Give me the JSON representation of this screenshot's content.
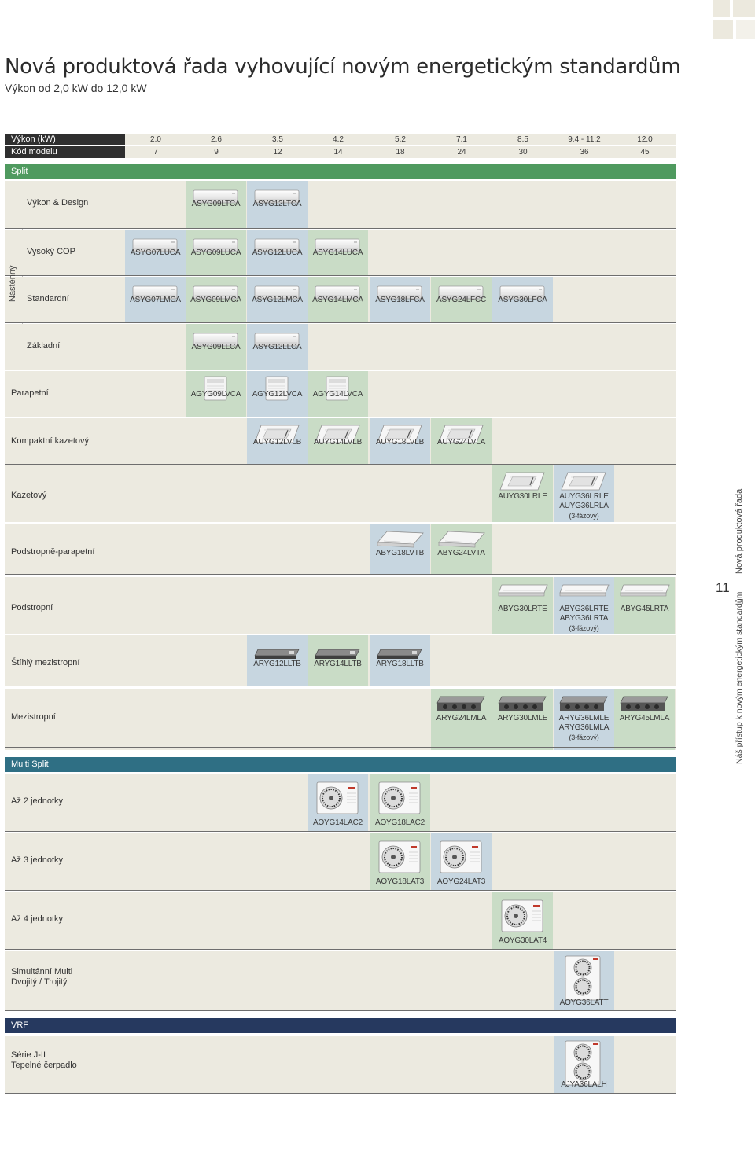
{
  "page": {
    "title": "Nová produktová řada vyhovující novým energetickým standardům",
    "subtitle": "Výkon od 2,0 kW do 12,0 kW",
    "page_number": "11",
    "side_text_top": "Nová produktová řada",
    "side_text_bottom": "Náš přístup k novým energetickým standardům"
  },
  "colors": {
    "header_dark": "#2f2f2f",
    "split_green": "#4f9a5f",
    "multi_teal": "#2f6f84",
    "vrf_navy": "#26395f",
    "row_bg": "#eceae0",
    "green_cell": "#c9dcc6",
    "blue_cell": "#c7d6e0"
  },
  "header": {
    "capacity_label": "Výkon (kW)",
    "model_label": "Kód modelu",
    "capacities": [
      "2.0",
      "2.6",
      "3.5",
      "4.2",
      "5.2",
      "7.1",
      "8.5",
      "9.4 - 11.2",
      "12.0"
    ],
    "codes": [
      "7",
      "9",
      "12",
      "14",
      "18",
      "24",
      "30",
      "36",
      "45"
    ]
  },
  "sections": {
    "split": "Split",
    "multi": "Multi Split",
    "vrf": "VRF",
    "wall_group": "Nástěnný"
  },
  "rows": [
    {
      "label": "Výkon & Design",
      "models": [
        {
          "col": 1,
          "name": "ASYG09LTCA",
          "icon": "wall-unit-icon"
        },
        {
          "col": 2,
          "name": "ASYG12LTCA",
          "icon": "wall-unit-icon"
        }
      ]
    },
    {
      "label": "Vysoký COP",
      "models": [
        {
          "col": 0,
          "name": "ASYG07LUCA",
          "icon": "wall-unit-icon"
        },
        {
          "col": 1,
          "name": "ASYG09LUCA",
          "icon": "wall-unit-icon"
        },
        {
          "col": 2,
          "name": "ASYG12LUCA",
          "icon": "wall-unit-icon"
        },
        {
          "col": 3,
          "name": "ASYG14LUCA",
          "icon": "wall-unit-icon"
        }
      ]
    },
    {
      "label": "Standardní",
      "models": [
        {
          "col": 0,
          "name": "ASYG07LMCA",
          "icon": "wall-unit-icon"
        },
        {
          "col": 1,
          "name": "ASYG09LMCA",
          "icon": "wall-unit-icon"
        },
        {
          "col": 2,
          "name": "ASYG12LMCA",
          "icon": "wall-unit-icon"
        },
        {
          "col": 3,
          "name": "ASYG14LMCA",
          "icon": "wall-unit-icon"
        },
        {
          "col": 4,
          "name": "ASYG18LFCA",
          "icon": "wall-unit-icon"
        },
        {
          "col": 5,
          "name": "ASYG24LFCC",
          "icon": "wall-unit-icon"
        },
        {
          "col": 6,
          "name": "ASYG30LFCA",
          "icon": "wall-unit-icon"
        }
      ]
    },
    {
      "label": "Základní",
      "models": [
        {
          "col": 1,
          "name": "ASYG09LLCA",
          "icon": "wall-unit-icon"
        },
        {
          "col": 2,
          "name": "ASYG12LLCA",
          "icon": "wall-unit-icon"
        }
      ]
    },
    {
      "label": "Parapetní",
      "models": [
        {
          "col": 1,
          "name": "AGYG09LVCA",
          "icon": "floor-unit-icon"
        },
        {
          "col": 2,
          "name": "AGYG12LVCA",
          "icon": "floor-unit-icon"
        },
        {
          "col": 3,
          "name": "AGYG14LVCA",
          "icon": "floor-unit-icon"
        }
      ]
    },
    {
      "label": "Kompaktní kazetový",
      "models": [
        {
          "col": 2,
          "name": "AUYG12LVLB",
          "icon": "cassette-icon"
        },
        {
          "col": 3,
          "name": "AUYG14LVLB",
          "icon": "cassette-icon"
        },
        {
          "col": 4,
          "name": "AUYG18LVLB",
          "icon": "cassette-icon"
        },
        {
          "col": 5,
          "name": "AUYG24LVLA",
          "icon": "cassette-icon"
        }
      ]
    },
    {
      "label": "Kazetový",
      "models": [
        {
          "col": 6,
          "name": "AUYG30LRLE",
          "icon": "cassette-icon"
        },
        {
          "col": 7,
          "name": "AUYG36LRLE",
          "name2": "AUYG36LRLA",
          "note": "(3-fázový)",
          "icon": "cassette-icon"
        }
      ]
    },
    {
      "label": "Podstropně-parapetní",
      "models": [
        {
          "col": 4,
          "name": "ABYG18LVTB",
          "icon": "ceiling-floor-icon"
        },
        {
          "col": 5,
          "name": "ABYG24LVTA",
          "icon": "ceiling-floor-icon"
        }
      ]
    },
    {
      "label": "Podstropní",
      "models": [
        {
          "col": 6,
          "name": "ABYG30LRTE",
          "icon": "ceiling-unit-icon"
        },
        {
          "col": 7,
          "name": "ABYG36LRTE",
          "name2": "ABYG36LRTA",
          "note": "(3-fázový)",
          "icon": "ceiling-unit-icon"
        },
        {
          "col": 8,
          "name": "ABYG45LRTA",
          "icon": "ceiling-unit-icon"
        }
      ]
    },
    {
      "label": "Štíhlý mezistropní",
      "models": [
        {
          "col": 2,
          "name": "ARYG12LLTB",
          "icon": "duct-slim-icon"
        },
        {
          "col": 3,
          "name": "ARYG14LLTB",
          "icon": "duct-slim-icon"
        },
        {
          "col": 4,
          "name": "ARYG18LLTB",
          "icon": "duct-slim-icon"
        }
      ]
    },
    {
      "label": "Mezistropní",
      "models": [
        {
          "col": 5,
          "name": "ARYG24LMLA",
          "icon": "duct-icon"
        },
        {
          "col": 6,
          "name": "ARYG30LMLE",
          "icon": "duct-icon"
        },
        {
          "col": 7,
          "name": "ARYG36LMLE",
          "name2": "ARYG36LMLA",
          "note": "(3-fázový)",
          "icon": "duct-icon"
        },
        {
          "col": 8,
          "name": "ARYG45LMLA",
          "icon": "duct-icon"
        }
      ]
    },
    {
      "label": "Až 2 jednotky",
      "models": [
        {
          "col": 3,
          "name": "AOYG14LAC2",
          "icon": "outdoor-unit-icon"
        },
        {
          "col": 4,
          "name": "AOYG18LAC2",
          "icon": "outdoor-unit-icon"
        }
      ]
    },
    {
      "label": "Až 3 jednotky",
      "models": [
        {
          "col": 4,
          "name": "AOYG18LAT3",
          "icon": "outdoor-unit-icon"
        },
        {
          "col": 5,
          "name": "AOYG24LAT3",
          "icon": "outdoor-unit-icon"
        }
      ]
    },
    {
      "label": "Až 4 jednotky",
      "models": [
        {
          "col": 6,
          "name": "AOYG30LAT4",
          "icon": "outdoor-unit-icon"
        }
      ]
    },
    {
      "label": "Simultánní Multi",
      "label2": "Dvojitý / Trojitý",
      "models": [
        {
          "col": 7,
          "name": "AOYG36LATT",
          "icon": "outdoor-tall-icon"
        }
      ]
    },
    {
      "label": "Série J-II",
      "label2": "Tepelné čerpadlo",
      "models": [
        {
          "col": 7,
          "name": "AJYA36LALH",
          "icon": "outdoor-tall-icon"
        }
      ]
    }
  ]
}
